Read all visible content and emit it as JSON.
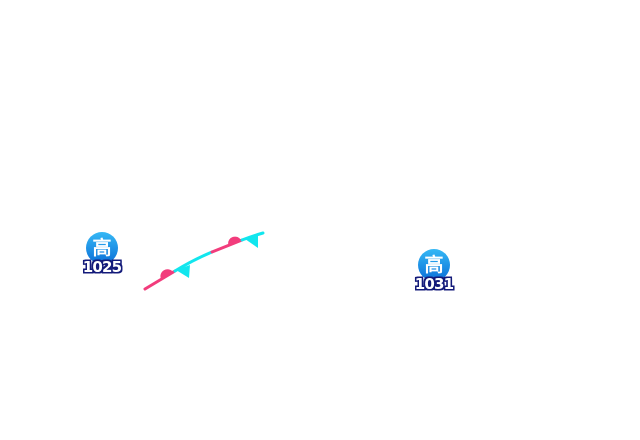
{
  "map": {
    "background": "#ffffff"
  },
  "pressure_centers": [
    {
      "type": "high",
      "symbol": "高",
      "value": "1025",
      "color_top": "#35b8f5",
      "color_bottom": "#0b6fd8",
      "outline": "#131a7a"
    },
    {
      "type": "high",
      "symbol": "高",
      "value": "1031",
      "color_top": "#35b8f5",
      "color_bottom": "#0b6fd8",
      "outline": "#131a7a"
    }
  ],
  "fronts": [
    {
      "type": "stationary",
      "warm_color": "#f23c7c",
      "cold_color": "#12e6ee"
    }
  ]
}
